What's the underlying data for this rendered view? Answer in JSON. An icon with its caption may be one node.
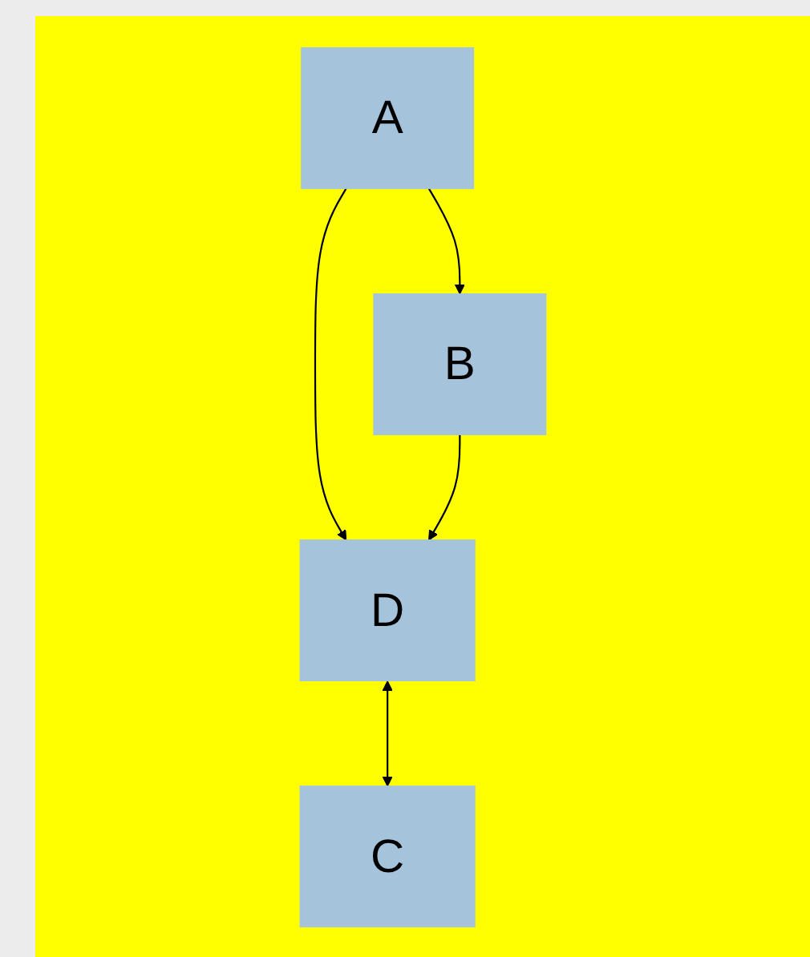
{
  "diagram": {
    "nodes": [
      {
        "text": [
          "A"
        ]
      },
      {
        "text": [
          "C"
        ]
      },
      {
        "text": [
          "B"
        ]
      },
      {
        "text": [
          "D"
        ]
      }
    ],
    "edges": [
      {
        "from": 0,
        "to": 2,
        "arrow": "to"
      },
      {
        "from": 0,
        "to": 3,
        "arrow": "to"
      },
      {
        "from": 2,
        "to": 3,
        "arrow": "to"
      },
      {
        "from": 3,
        "to": 1,
        "arrow": "both"
      }
    ]
  }
}
